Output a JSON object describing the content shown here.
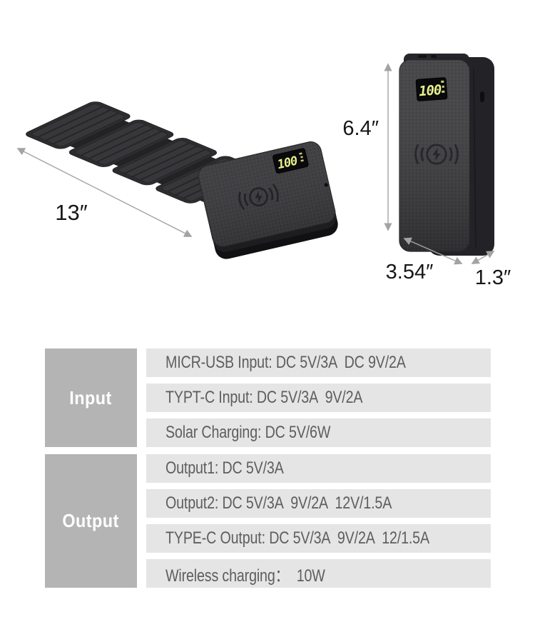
{
  "product": {
    "folded_view": {
      "length_label": "13″",
      "display_value": "100"
    },
    "standing_view": {
      "height_label": "6.4″",
      "width_label": "3.54″",
      "depth_label": "1.3″",
      "display_value": "100"
    }
  },
  "spec_table": {
    "groups": [
      {
        "label": "Input",
        "rows": [
          "MICR-USB Input: DC 5V/3A  DC 9V/2A",
          "TYPT-C Input: DC 5V/3A  9V/2A",
          "Solar Charging: DC 5V/6W"
        ]
      },
      {
        "label": "Output",
        "rows": [
          "Output1: DC 5V/3A",
          "Output2: DC 5V/3A  9V/2A  12V/1.5A",
          "TYPE-C Output: DC 5V/3A  9V/2A  12/1.5A",
          "Wireless charging：  10W"
        ]
      }
    ]
  },
  "colors": {
    "header_bg": "#b4b4b5",
    "row_bg": "#e5e5e6",
    "row_text": "#5e5e5e",
    "display_digits": "#e9f18c",
    "dimension_line": "#a3a3a3"
  }
}
